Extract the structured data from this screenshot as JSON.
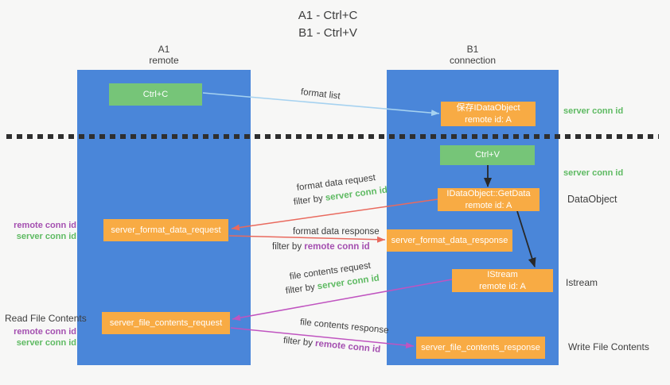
{
  "colors": {
    "bg": "#f7f7f6",
    "column-blue": "#4a86d9",
    "box-orange": "#f8ab44",
    "box-green": "#76c578",
    "text-dark": "#3d3d3d",
    "text-green": "#5eba62",
    "text-purple": "#a44fb0",
    "arrow-red": "#e96a5e",
    "arrow-magenta": "#c054c0",
    "arrow-blue": "#a6d2f0",
    "arrow-black": "#282828"
  },
  "title": {
    "line1": "A1 - Ctrl+C",
    "line2": "B1 - Ctrl+V"
  },
  "lifelines": {
    "left": {
      "name": "A1",
      "role": "remote"
    },
    "right": {
      "name": "B1",
      "role": "connection"
    }
  },
  "nodes": {
    "ctrl_c": "Ctrl+C",
    "ctrl_v": "Ctrl+V",
    "save_line1": "保存IDataObject",
    "save_line2": "remote id: A",
    "getdata_line1": "IDataObject::GetData",
    "getdata_line2": "remote id: A",
    "istream_line1": "IStream",
    "istream_line2": "remote id: A",
    "server_format_data_request": "server_format_data_request",
    "server_format_data_response": "server_format_data_response",
    "server_file_contents_request": "server_file_contents_request",
    "server_file_contents_response": "server_file_contents_response"
  },
  "labels": {
    "format_list": "format list",
    "format_data_request": "format data request",
    "format_data_response": "format data response",
    "file_contents_request": "file contents request",
    "file_contents_response": "file contents response",
    "filter_by": "filter by ",
    "server_conn_id": "server conn id",
    "remote_conn_id": "remote conn id"
  },
  "side_labels": {
    "server_conn_id_top": "server conn id",
    "server_conn_id_mid": "server conn id",
    "dataobject": "DataObject",
    "istream": "Istream",
    "write_file_contents": "Write File Contents",
    "read_file_contents": "Read File Contents",
    "remote_conn_id": "remote conn id",
    "server_conn_id": "server conn id"
  }
}
